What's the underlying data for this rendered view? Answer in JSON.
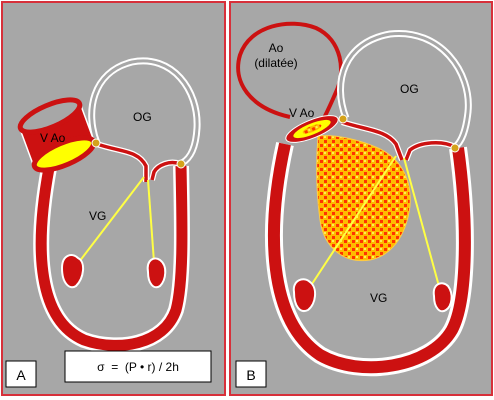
{
  "panel_a": {
    "letter": "A",
    "labels": {
      "aortic_valve": "V Ao",
      "left_atrium": "OG",
      "left_ventricle": "VG"
    },
    "formula": "σ  =  (P • r) / 2h"
  },
  "panel_b": {
    "letter": "B",
    "labels": {
      "aorta_line1": "Ao",
      "aorta_line2": "(dilatée)",
      "aortic_valve": "V Ao",
      "left_atrium": "OG",
      "left_ventricle": "VG"
    }
  },
  "colors": {
    "panel_border": "#d7303a",
    "panel_bg": "#a7a7a7",
    "myocardium": "#cc1111",
    "valve_yellow": "#ffff00",
    "chordae": "#ffff44",
    "regurgitant_jet": "#ffbb00",
    "annulus_dot": "#d4a21a",
    "white_outline": "#ffffff"
  }
}
